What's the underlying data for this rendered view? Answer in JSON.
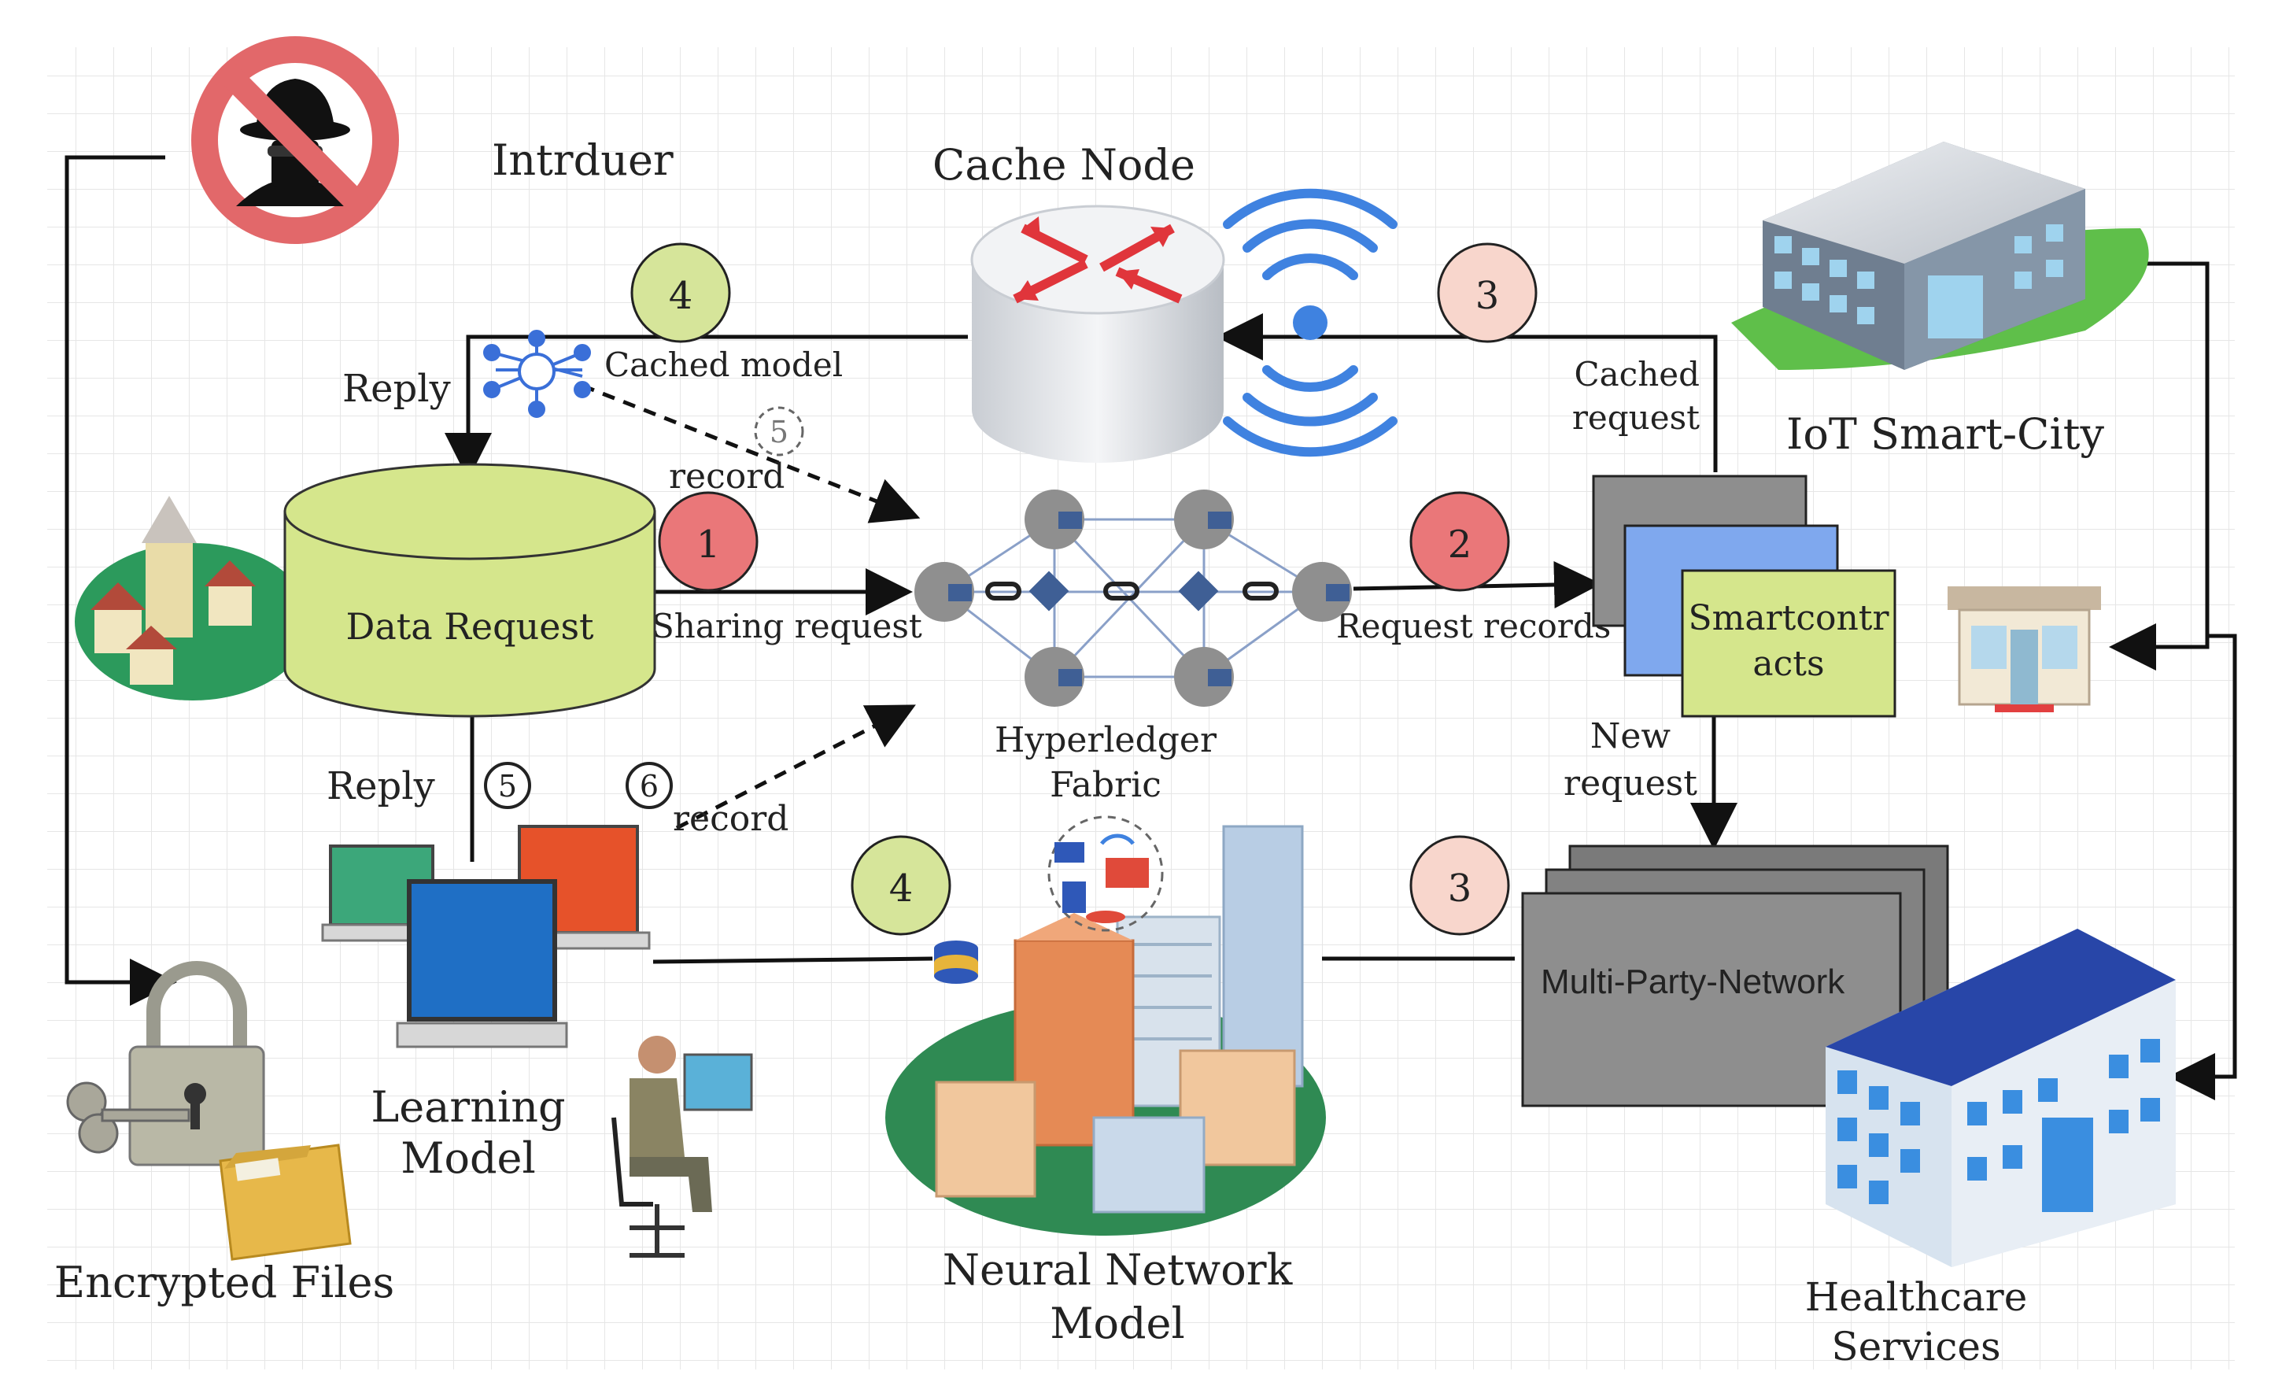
{
  "labels": {
    "intruder": "Intrduer",
    "cache_node": "Cache Node",
    "iot_city": "IoT Smart-City",
    "data_request": "Data Request",
    "hyperledger_line1": "Hyperledger",
    "hyperledger_line2": "Fabric",
    "smart_line1": "Smartcontr",
    "smart_line2": "acts",
    "multi_party": "Multi-Party-Network",
    "learning_line1": "Learning",
    "learning_line2": "Model",
    "encrypted": "Encrypted Files",
    "nn_line1": "Neural Network",
    "nn_line2": "Model",
    "health_line1": "Healthcare",
    "health_line2": "Services"
  },
  "edge_labels": {
    "reply_top": "Reply",
    "cached_model": "Cached model",
    "record_top": "record",
    "sharing_request": "Sharing request",
    "cached_req_line1": "Cached",
    "cached_req_line2": "request",
    "request_records": "Request records",
    "new_req_line1": "New",
    "new_req_line2": "request",
    "reply_bottom": "Reply",
    "record_bottom": "record"
  },
  "steps": {
    "s4_top": "4",
    "s3_top": "3",
    "s5_dashed": "5",
    "s1": "1",
    "s2": "2",
    "s5_bottom": "5",
    "s6": "6",
    "s4_bottom": "4",
    "s3_bottom": "3"
  },
  "colors": {
    "step_green": "#d6e59a",
    "step_pink": "#f8d6cc",
    "step_red": "#ea7779",
    "db_fill": "#d5e68c",
    "smart_fill": "#d5e68c",
    "stack_blue": "#7fa8ee",
    "stack_gray": "#8e8e8e",
    "no_sign": "#e2686a",
    "wifi_blue": "#3f82e0"
  },
  "icons": [
    "no-intruder-icon",
    "router-icon",
    "wifi-icon",
    "iot-building-icon",
    "shop-icon",
    "hospital-icon",
    "village-icon",
    "network-model-icon",
    "blockchain-icon",
    "laptop-icon",
    "operator-icon",
    "lock-icon",
    "key-icon",
    "folder-icon",
    "city-icon",
    "database-icon"
  ]
}
